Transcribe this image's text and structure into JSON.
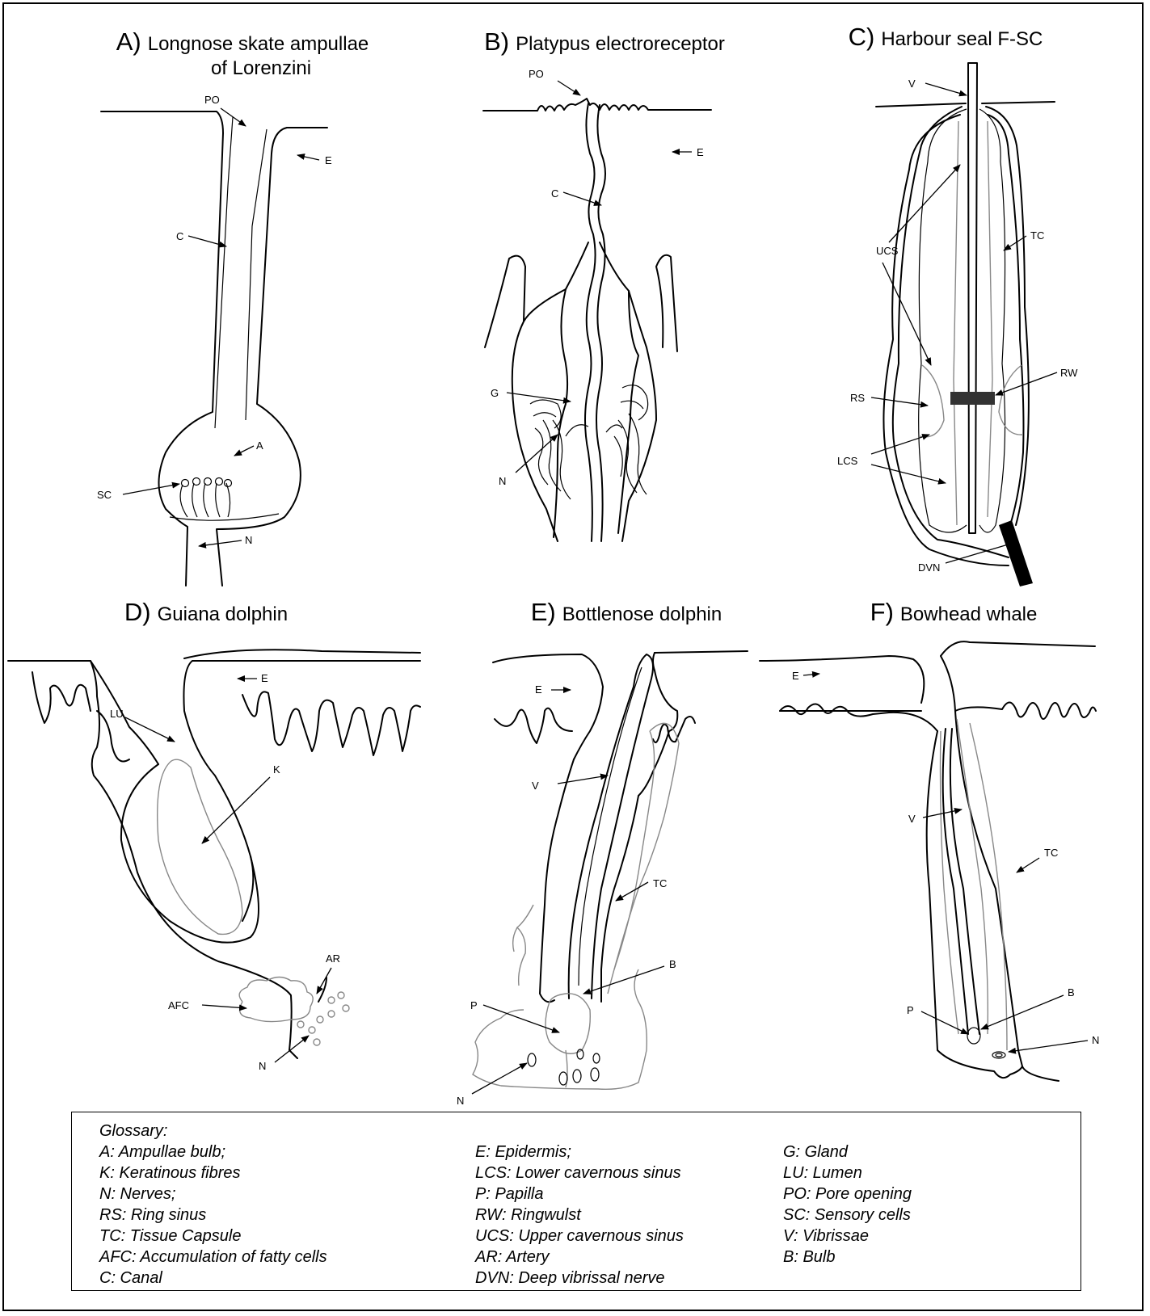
{
  "panels": [
    {
      "letter": "A)",
      "title": "Longnose skate ampullae",
      "title2": "of Lorenzini"
    },
    {
      "letter": "B)",
      "title": "Platypus electroreceptor"
    },
    {
      "letter": "C)",
      "title": "Harbour seal F-SC"
    },
    {
      "letter": "D)",
      "title": "Guiana dolphin"
    },
    {
      "letter": "E)",
      "title": "Bottlenose dolphin"
    },
    {
      "letter": "F)",
      "title": "Bowhead whale"
    }
  ],
  "labels": {
    "a": {
      "po": "PO",
      "e": "E",
      "c": "C",
      "a": "A",
      "sc": "SC",
      "n": "N"
    },
    "b": {
      "po": "PO",
      "e": "E",
      "c": "C",
      "g": "G",
      "n": "N"
    },
    "c": {
      "v": "V",
      "ucs": "UCS",
      "tc": "TC",
      "rw": "RW",
      "rs": "RS",
      "lcs": "LCS",
      "dvn": "DVN"
    },
    "d": {
      "e": "E",
      "lu": "LU",
      "k": "K",
      "ar": "AR",
      "afc": "AFC",
      "n": "N"
    },
    "e": {
      "e": "E",
      "v": "V",
      "tc": "TC",
      "b": "B",
      "p": "P",
      "n": "N"
    },
    "f": {
      "e": "E",
      "v": "V",
      "tc": "TC",
      "b": "B",
      "p": "P",
      "n": "N"
    }
  },
  "glossary": {
    "title": "Glossary:",
    "col1": [
      "A: Ampullae bulb;",
      "K: Keratinous fibres",
      "N: Nerves;",
      "RS: Ring sinus",
      "TC: Tissue Capsule",
      "AFC: Accumulation of fatty cells",
      "C: Canal"
    ],
    "col2": [
      "E: Epidermis;",
      "LCS: Lower cavernous sinus",
      "P: Papilla",
      "RW: Ringwulst",
      "UCS: Upper cavernous sinus",
      "AR: Artery",
      "DVN: Deep vibrissal nerve"
    ],
    "col3": [
      "G: Gland",
      "LU: Lumen",
      "PO: Pore opening",
      "SC: Sensory cells",
      "V: Vibrissae",
      "B: Bulb"
    ]
  }
}
